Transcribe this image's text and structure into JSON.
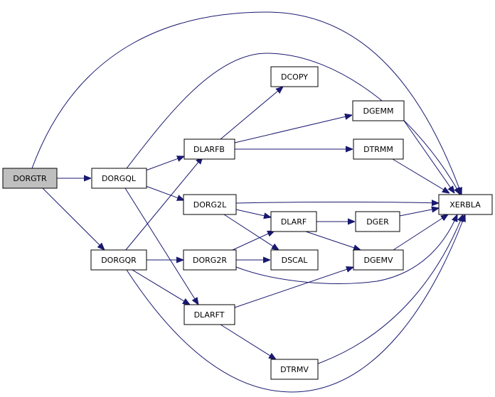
{
  "colors": {
    "edge": "#191970",
    "root_fill": "#bfbfbf",
    "node_fill": "#ffffff",
    "border": "#000000"
  },
  "nodes": {
    "dorgtr": "DORGTR",
    "dorgql": "DORGQL",
    "dorgqr": "DORGQR",
    "dlarfb": "DLARFB",
    "dorg2l": "DORG2L",
    "dorg2r": "DORG2R",
    "dlarft": "DLARFT",
    "dcopy": "DCOPY",
    "dgemm": "DGEMM",
    "dtrmm": "DTRMM",
    "dlarf": "DLARF",
    "dscal": "DSCAL",
    "dger": "DGER",
    "dgemv": "DGEMV",
    "dtrmv": "DTRMV",
    "xerbla": "XERBLA"
  },
  "edges": [
    [
      "dorgtr",
      "dorgql"
    ],
    [
      "dorgtr",
      "dorgqr"
    ],
    [
      "dorgtr",
      "xerbla"
    ],
    [
      "dorgql",
      "dlarfb"
    ],
    [
      "dorgql",
      "dorg2l"
    ],
    [
      "dorgql",
      "dlarft"
    ],
    [
      "dorgql",
      "xerbla"
    ],
    [
      "dorgqr",
      "dlarfb"
    ],
    [
      "dorgqr",
      "dorg2r"
    ],
    [
      "dorgqr",
      "dlarft"
    ],
    [
      "dorgqr",
      "xerbla"
    ],
    [
      "dlarfb",
      "dcopy"
    ],
    [
      "dlarfb",
      "dgemm"
    ],
    [
      "dlarfb",
      "dtrmm"
    ],
    [
      "dorg2l",
      "xerbla"
    ],
    [
      "dorg2l",
      "dlarf"
    ],
    [
      "dorg2l",
      "dscal"
    ],
    [
      "dorg2r",
      "dlarf"
    ],
    [
      "dorg2r",
      "dscal"
    ],
    [
      "dorg2r",
      "xerbla"
    ],
    [
      "dlarft",
      "dgemv"
    ],
    [
      "dlarft",
      "dtrmv"
    ],
    [
      "dgemm",
      "xerbla"
    ],
    [
      "dtrmm",
      "xerbla"
    ],
    [
      "dlarf",
      "dger"
    ],
    [
      "dlarf",
      "dgemv"
    ],
    [
      "dger",
      "xerbla"
    ],
    [
      "dgemv",
      "xerbla"
    ],
    [
      "dtrmv",
      "xerbla"
    ]
  ]
}
